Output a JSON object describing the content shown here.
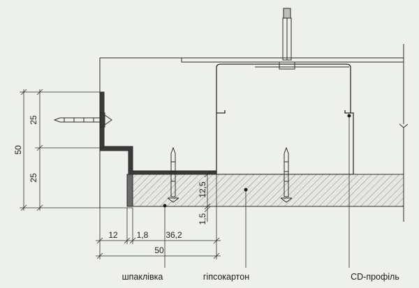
{
  "colors": {
    "background": "#eef0ec",
    "line": "#2a2a2a",
    "profile_fill": "#3a3a3a",
    "hatch": "#8a8a8a"
  },
  "dimensions": {
    "left_top": "25",
    "left_bottom": "25",
    "left_total": "50",
    "board_thickness": "12,5",
    "gap": "1,5",
    "bottom_a": "12",
    "bottom_b": "1,8",
    "bottom_c": "36,2",
    "bottom_total": "50"
  },
  "labels": {
    "putty": "шпаклівка",
    "plasterboard": "гіпсокартон",
    "profile": "CD-профіль"
  },
  "icons": [
    "anchor-screw-icon",
    "drywall-screw-icon",
    "hanger-rod-icon"
  ]
}
